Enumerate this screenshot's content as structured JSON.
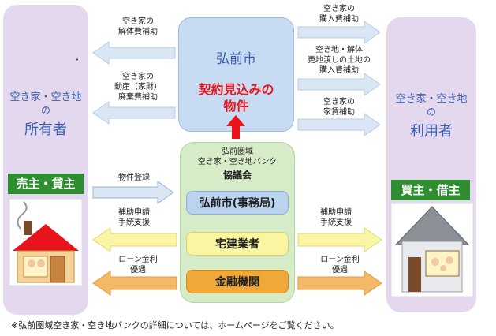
{
  "owner": {
    "dot": "・",
    "type_line1": "空き家・空き地",
    "type_line2": "の",
    "title": "所有者",
    "tag": "売主・貸主"
  },
  "user": {
    "type_line1": "空き家・空き地",
    "type_line2": "の",
    "title": "利用者",
    "tag": "買主・借主"
  },
  "city": {
    "name": "弘前市",
    "note_line1": "契約見込みの",
    "note_line2": "物件"
  },
  "council": {
    "line1": "弘前圏域",
    "line2": "空き家・空き地バンク",
    "line3": "協議会",
    "members": [
      "弘前市(事務局)",
      "宅建業者",
      "金融機関"
    ]
  },
  "arrows": {
    "left_demolition": [
      "空き家の",
      "解体費補助"
    ],
    "left_disposal": [
      "空き家の",
      "動産（家財）",
      "廃棄費補助"
    ],
    "right_purchase": [
      "空き家の",
      "購入費補助"
    ],
    "right_land": [
      "空き地・解体",
      "更地渡しの土地の",
      "購入費補助"
    ],
    "right_rent": [
      "空き家の",
      "家賃補助"
    ],
    "register": "物件登録",
    "support_left": [
      "補助申請",
      "手続支援"
    ],
    "support_right": [
      "補助申請",
      "手続支援"
    ],
    "loan_left": [
      "ローン金利",
      "優遇"
    ],
    "loan_right": [
      "ローン金利",
      "優遇"
    ]
  },
  "footnote": "※弘前圏域空き家・空き地バンクの詳細については、ホームページをご覧ください。",
  "colors": {
    "panel": "#e4d8ee",
    "blue_text": "#3a5fb0",
    "city_box": "#c7dcf2",
    "council_box": "#d6ebc8",
    "member_blue": "#bcd3ef",
    "member_yellow": "#faf5a0",
    "member_orange": "#f0a838",
    "tag_green": "#2e8e30",
    "red": "#e8141c",
    "arrow_blue": "#dae6f3",
    "arrow_yellow": "#fbf6a6",
    "arrow_orange": "#f5b866"
  }
}
